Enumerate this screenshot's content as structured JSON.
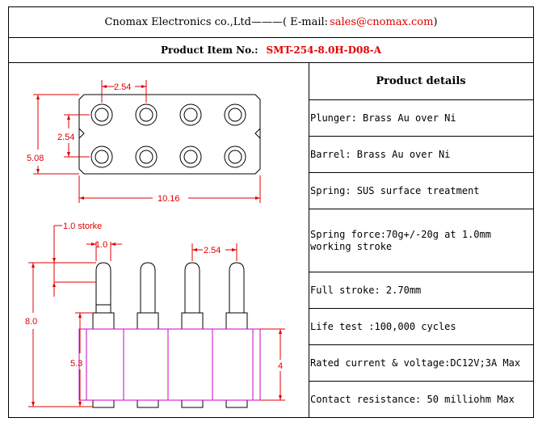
{
  "header": {
    "company": "Cnomax Electronics co.,Ltd———( E-mail: ",
    "email": "sales@cnomax.com",
    "close": ")"
  },
  "item": {
    "label": "Product Item No.:",
    "code": "SMT-254-8.0H-D08-A"
  },
  "drawing": {
    "dims": {
      "pitch_top": "2.54",
      "row_pitch": "2.54",
      "width": "5.08",
      "length": "10.16",
      "stroke": "1.0 storke",
      "plunger": "1.0",
      "pitch_side": "2.54",
      "height": "8.0",
      "barrel": "5.3",
      "body": "4"
    },
    "colors": {
      "dimension": "#e00000",
      "outline": "#000000",
      "body": "#cc00cc"
    }
  },
  "details": {
    "title": "Product details",
    "rows": [
      "Plunger: Brass Au over Ni",
      "Barrel: Brass Au over Ni",
      "Spring: SUS surface treatment",
      "Spring force:70g+/-20g at 1.0mm working stroke",
      "Full stroke: 2.70mm",
      "Life test :100,000 cycles",
      "Rated current & voltage:DC12V;3A Max",
      "Contact resistance: 50 milliohm Max"
    ]
  }
}
